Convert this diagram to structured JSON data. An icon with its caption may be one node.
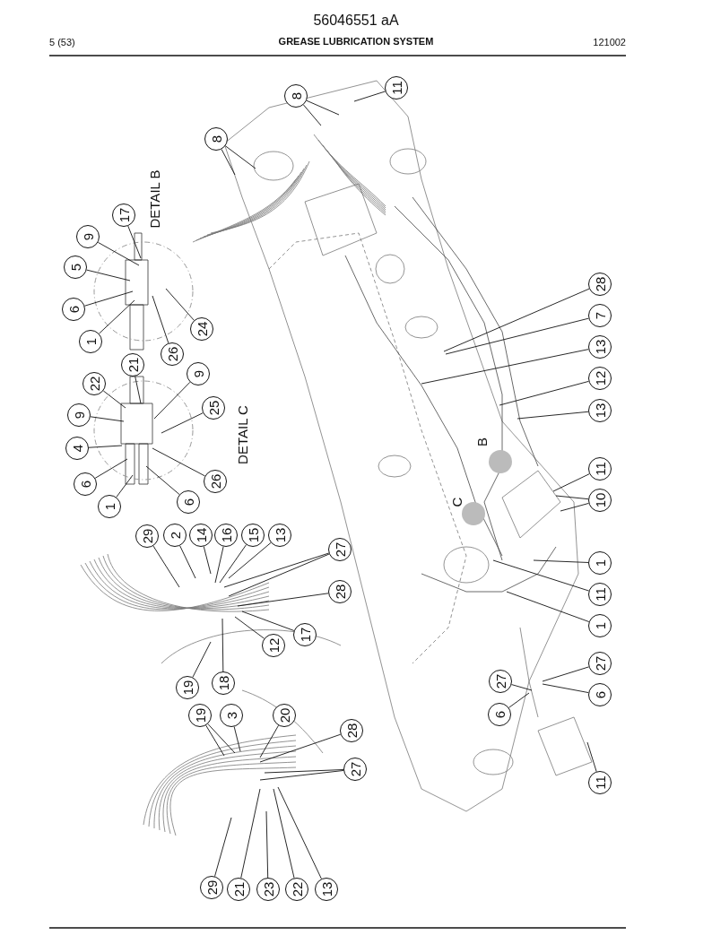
{
  "diagram": {
    "title": "GREASE LUBRICATION SYSTEM",
    "nodes": [
      {
        "text": [
          "17"
        ]
      },
      {
        "text": [
          "9"
        ]
      },
      {
        "text": [
          "5"
        ]
      },
      {
        "text": [
          "6"
        ]
      },
      {
        "text": [
          "1"
        ]
      },
      {
        "text": [
          "26"
        ]
      },
      {
        "text": [
          "24"
        ]
      },
      {
        "text": [
          "21"
        ]
      },
      {
        "text": [
          "22"
        ]
      },
      {
        "text": [
          "9"
        ]
      },
      {
        "text": [
          "4"
        ]
      },
      {
        "text": [
          "6"
        ]
      },
      {
        "text": [
          "1"
        ]
      },
      {
        "text": [
          "9"
        ]
      },
      {
        "text": [
          "25"
        ]
      },
      {
        "text": [
          "26"
        ]
      },
      {
        "text": [
          "6"
        ]
      },
      {
        "text": [
          "8"
        ]
      },
      {
        "text": [
          "8"
        ]
      },
      {
        "text": [
          "11"
        ]
      },
      {
        "text": [
          "28"
        ]
      },
      {
        "text": [
          "7"
        ]
      },
      {
        "text": [
          "13"
        ]
      },
      {
        "text": [
          "12"
        ]
      },
      {
        "text": [
          "13"
        ]
      },
      {
        "text": [
          "11"
        ]
      },
      {
        "text": [
          "10"
        ]
      },
      {
        "text": [
          "1"
        ]
      },
      {
        "text": [
          "11"
        ]
      },
      {
        "text": [
          "1"
        ]
      },
      {
        "text": [
          "27"
        ]
      },
      {
        "text": [
          "6"
        ]
      },
      {
        "text": [
          "27"
        ]
      },
      {
        "text": [
          "6"
        ]
      },
      {
        "text": [
          "11"
        ]
      },
      {
        "text": [
          "29"
        ]
      },
      {
        "text": [
          "2"
        ]
      },
      {
        "text": [
          "14"
        ]
      },
      {
        "text": [
          "16"
        ]
      },
      {
        "text": [
          "15"
        ]
      },
      {
        "text": [
          "13"
        ]
      },
      {
        "text": [
          "27"
        ]
      },
      {
        "text": [
          "28"
        ]
      },
      {
        "text": [
          "17"
        ]
      },
      {
        "text": [
          "12"
        ]
      },
      {
        "text": [
          "19"
        ]
      },
      {
        "text": [
          "18"
        ]
      },
      {
        "text": [
          "19"
        ]
      },
      {
        "text": [
          "3"
        ]
      },
      {
        "text": [
          "20"
        ]
      },
      {
        "text": [
          "28"
        ]
      },
      {
        "text": [
          "27"
        ]
      },
      {
        "text": [
          "29"
        ]
      },
      {
        "text": [
          "21"
        ]
      },
      {
        "text": [
          "23"
        ]
      },
      {
        "text": [
          "22"
        ]
      },
      {
        "text": [
          "13"
        ]
      }
    ],
    "edges": [
      {
        "from": 0,
        "to": null,
        "arrow": "none"
      },
      {
        "from": 1,
        "to": null,
        "arrow": "none"
      },
      {
        "from": 2,
        "to": null,
        "arrow": "none"
      },
      {
        "from": 3,
        "to": null,
        "arrow": "none"
      },
      {
        "from": 4,
        "to": null,
        "arrow": "none"
      },
      {
        "from": 5,
        "to": null,
        "arrow": "none"
      },
      {
        "from": 6,
        "to": null,
        "arrow": "none"
      },
      {
        "from": 7,
        "to": null,
        "arrow": "none"
      },
      {
        "from": 8,
        "to": null,
        "arrow": "none"
      },
      {
        "from": 9,
        "to": null,
        "arrow": "none"
      },
      {
        "from": 10,
        "to": null,
        "arrow": "none"
      },
      {
        "from": 11,
        "to": null,
        "arrow": "none"
      },
      {
        "from": 12,
        "to": null,
        "arrow": "none"
      },
      {
        "from": 13,
        "to": null,
        "arrow": "none"
      },
      {
        "from": 14,
        "to": null,
        "arrow": "none"
      },
      {
        "from": 15,
        "to": null,
        "arrow": "none"
      },
      {
        "from": 16,
        "to": null,
        "arrow": "none"
      },
      {
        "from": 17,
        "to": null,
        "arrow": "none"
      },
      {
        "from": 17,
        "to": null,
        "arrow": "none"
      },
      {
        "from": 18,
        "to": null,
        "arrow": "none"
      },
      {
        "from": 18,
        "to": null,
        "arrow": "none"
      },
      {
        "from": 19,
        "to": null,
        "arrow": "none"
      },
      {
        "from": 20,
        "to": null,
        "arrow": "none"
      },
      {
        "from": 21,
        "to": null,
        "arrow": "none"
      },
      {
        "from": 22,
        "to": null,
        "arrow": "none"
      },
      {
        "from": 23,
        "to": null,
        "arrow": "none"
      },
      {
        "from": 24,
        "to": null,
        "arrow": "none"
      },
      {
        "from": 25,
        "to": null,
        "arrow": "none"
      },
      {
        "from": 26,
        "to": null,
        "arrow": "none"
      },
      {
        "from": 26,
        "to": null,
        "arrow": "none"
      },
      {
        "from": 27,
        "to": null,
        "arrow": "none"
      },
      {
        "from": 28,
        "to": null,
        "arrow": "none"
      },
      {
        "from": 29,
        "to": null,
        "arrow": "none"
      },
      {
        "from": 30,
        "to": null,
        "arrow": "none"
      },
      {
        "from": 31,
        "to": null,
        "arrow": "none"
      },
      {
        "from": 32,
        "to": null,
        "arrow": "none"
      },
      {
        "from": 33,
        "to": null,
        "arrow": "none"
      },
      {
        "from": 34,
        "to": null,
        "arrow": "none"
      },
      {
        "from": 35,
        "to": null,
        "arrow": "none"
      },
      {
        "from": 36,
        "to": null,
        "arrow": "none"
      },
      {
        "from": 37,
        "to": null,
        "arrow": "none"
      },
      {
        "from": 38,
        "to": null,
        "arrow": "none"
      },
      {
        "from": 39,
        "to": null,
        "arrow": "none"
      },
      {
        "from": 40,
        "to": null,
        "arrow": "none"
      },
      {
        "from": 41,
        "to": null,
        "arrow": "none"
      },
      {
        "from": 41,
        "to": null,
        "arrow": "none"
      },
      {
        "from": 42,
        "to": null,
        "arrow": "none"
      },
      {
        "from": 43,
        "to": null,
        "arrow": "none"
      },
      {
        "from": 44,
        "to": null,
        "arrow": "none"
      },
      {
        "from": 45,
        "to": null,
        "arrow": "none"
      },
      {
        "from": 46,
        "to": null,
        "arrow": "none"
      },
      {
        "from": 47,
        "to": null,
        "arrow": "none"
      },
      {
        "from": 47,
        "to": null,
        "arrow": "none"
      },
      {
        "from": 48,
        "to": null,
        "arrow": "none"
      },
      {
        "from": 49,
        "to": null,
        "arrow": "none"
      },
      {
        "from": 50,
        "to": null,
        "arrow": "none"
      },
      {
        "from": 51,
        "to": null,
        "arrow": "none"
      },
      {
        "from": 51,
        "to": null,
        "arrow": "none"
      },
      {
        "from": 52,
        "to": null,
        "arrow": "none"
      },
      {
        "from": 53,
        "to": null,
        "arrow": "none"
      },
      {
        "from": 54,
        "to": null,
        "arrow": "none"
      },
      {
        "from": 55,
        "to": null,
        "arrow": "none"
      },
      {
        "from": 56,
        "to": null,
        "arrow": "none"
      }
    ],
    "labels": [
      "56046551 aA",
      "5 (53)",
      "121002",
      "DETAIL B",
      "DETAIL C",
      "B",
      "C"
    ]
  }
}
